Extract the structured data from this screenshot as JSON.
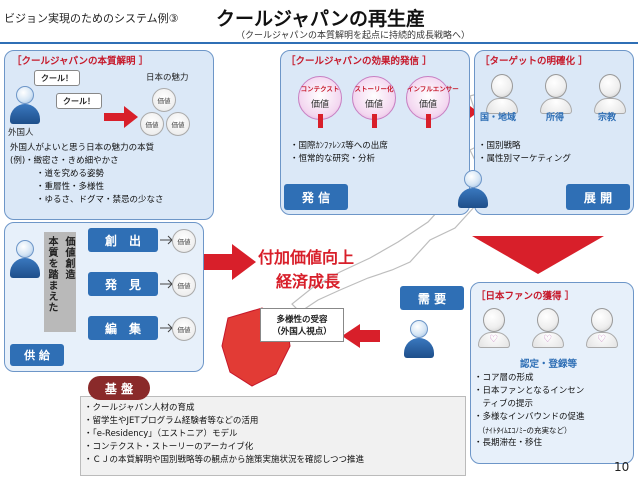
{
  "header": {
    "prefix": "ビジョン実現のためのシステム例③",
    "title": "クールジャパンの再生産",
    "subtitle": "（クールジャパンの本質解明を起点に持続的成長戦略へ）"
  },
  "essence_panel": {
    "title": "［クールジャパンの本質解明 ］",
    "bubble_1": "クール！",
    "bubble_2": "クール！",
    "charm_label": "日本の魅力",
    "foreigner_label": "外国人",
    "coin_label": "価値",
    "bullets": [
      "外国人がよいと思う日本の魅力の本質",
      "(例)・緻密さ・きめ細やかさ",
      "・道を究める姿勢",
      "・重層性・多様性",
      "・ゆるさ、ドグマ・禁忌の少なさ"
    ]
  },
  "effect_panel": {
    "title": "［クールジャパンの効果的発信 ］",
    "values": [
      {
        "name": "コンテクスト",
        "label": "価値"
      },
      {
        "name": "ストーリー化",
        "label": "価値"
      },
      {
        "name": "インフルエンサー",
        "label": "価値"
      }
    ],
    "bullets": [
      "・国際ｶﾝﾌｧﾚﾝｽ等への出席",
      "・恒常的な研究・分析"
    ],
    "button": "発 信"
  },
  "target_panel": {
    "title": "［ターゲットの明確化 ］",
    "tags": [
      "国・地域",
      "所得",
      "宗教"
    ],
    "bullets": [
      "・国別戦略",
      "・属性別マーケティング"
    ],
    "button": "展 開"
  },
  "supply_panel": {
    "vertical_1": "本質を踏まえた",
    "vertical_2": "価値創造",
    "steps": [
      "創　出",
      "発　見",
      "編　集"
    ],
    "coin_label": "価値",
    "button": "供 給"
  },
  "center": {
    "line1": "付加価値向上",
    "line2": "経済成長",
    "diversity_1": "多様性の受容",
    "diversity_2": "（外国人視点）"
  },
  "demand_panel": {
    "button": "需 要",
    "title": "［日本ファンの獲得 ］",
    "certify_label": "認定・登録等",
    "bullets": [
      "・コア層の形成",
      "・日本ファンとなるインセン",
      "　ティブの提示",
      "・多様なインバウンドの促進",
      "　（ﾅｲﾄﾀｲﾑｴｺﾉﾐｰの充実など）",
      "・長期滞在・移住"
    ]
  },
  "foundation": {
    "title": "基 盤",
    "bullets": [
      "・クールジャパン人材の育成",
      "・留学生やJETプログラム経験者等などの活用",
      "・「e-Residency」（エストニア）モデル",
      "・コンテクスト・ストーリーのアーカイブ化",
      "・ＣＪの本質解明や国別戦略等の観点から施策実施状況を確認しつつ推進"
    ]
  },
  "page_number": "10",
  "colors": {
    "accent_red": "#c6182a",
    "panel_blue": "#dbe8f7",
    "button_blue": "#2f6fb5",
    "arrow_red": "#d81f2a",
    "map_red": "#e23b35"
  }
}
